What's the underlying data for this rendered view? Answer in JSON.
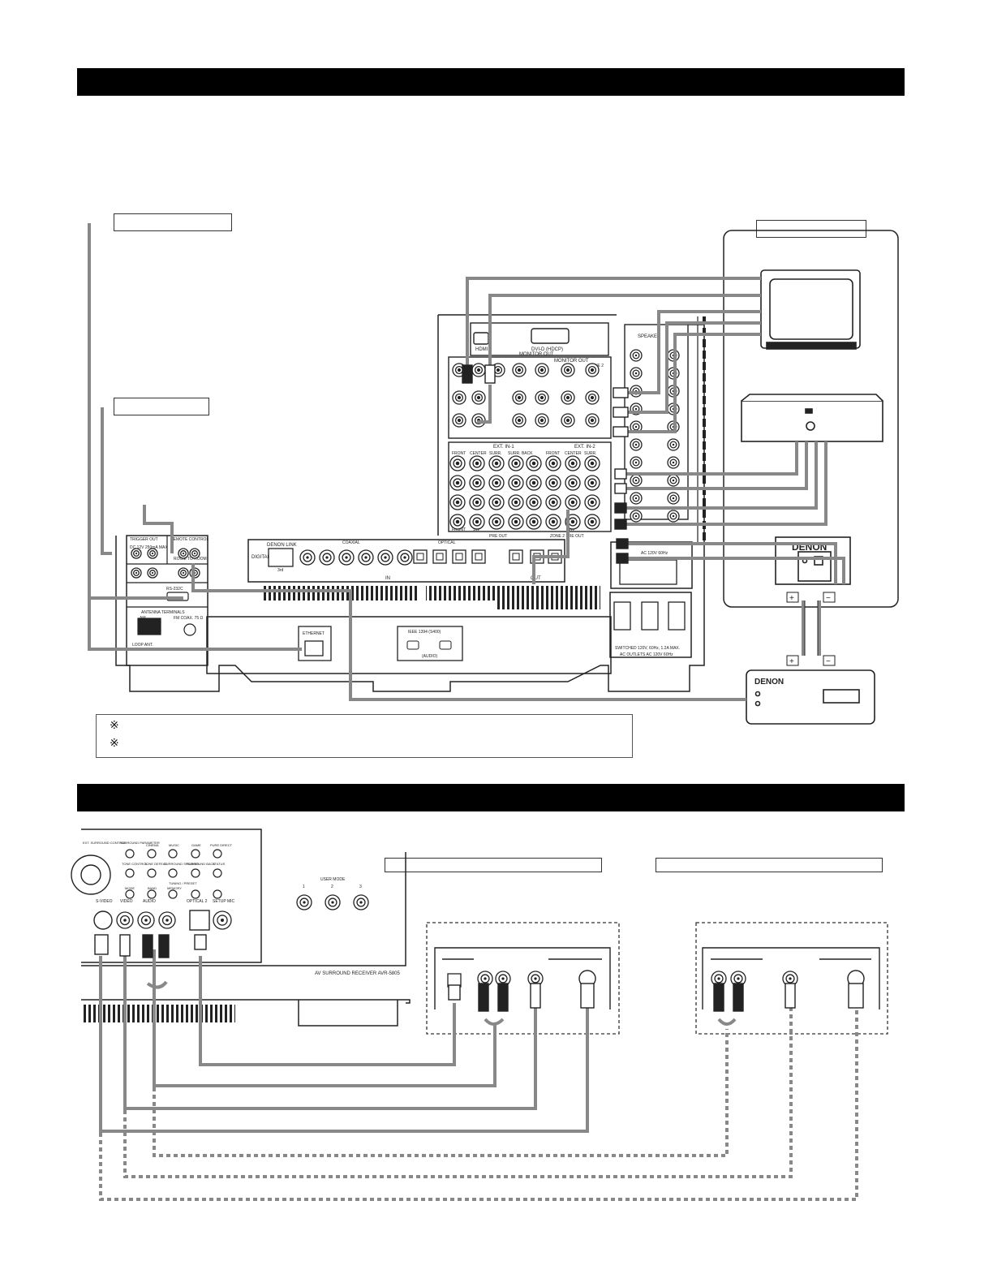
{
  "sections": {
    "top_bar_text": "",
    "bottom_bar_text": ""
  },
  "labels": {
    "zone2_box": "",
    "trigger_box": "",
    "zone2_room_box": "",
    "front_device_a": "",
    "front_device_b": ""
  },
  "notes": {
    "mark": "※",
    "line1": "",
    "line2": ""
  },
  "panel_text": {
    "monitor_out": "MONITOR OUT",
    "dvi": "DVI-D (HDCP)",
    "hdmi": "HDMI",
    "zone2": "ZONE 2",
    "speaker": "SPEAKER",
    "ext_in1": "EXT. IN-1",
    "ext_in2": "EXT. IN-2",
    "pre_out": "PRE OUT",
    "zone2_pre_out": "ZONE 2 PRE OUT",
    "front": "FRONT",
    "center": "CENTER",
    "surr": "SURR.",
    "surr_back": "SURR. BACK",
    "sw": "SW",
    "denon_link": "DENON LINK",
    "digital": "DIGITAL",
    "third": "3rd",
    "coaxial": "COAXIAL",
    "optical": "OPTICAL",
    "in": "IN",
    "out": "OUT",
    "trigger_out": "TRIGGER OUT",
    "trigger_spec": "DC 12V 250mA MAX",
    "remote_control": "REMOTE CONTROL",
    "room_to_room": "ROOM TO ROOM",
    "rs232c": "RS-232C",
    "antenna_terminals": "ANTENNA TERMINALS",
    "am": "AM",
    "fm_coax": "FM COAX. 75 Ω",
    "loop_ant": "LOOP ANT.",
    "ethernet": "ETHERNET",
    "ieee1394": "IEEE 1394 (S400)",
    "av_audio": "(AUDIO)",
    "switched": "SWITCHED 120V, 60Hz, 1.2A MAX.",
    "ac_outlets": "AC OUTLETS  AC 120V 60Hz",
    "ac_120v": "AC 120V 60Hz",
    "denon": "DENON",
    "model": "AV SURROUND RECEIVER  AVR-5805",
    "user_mode": "USER MODE",
    "video": "VIDEO",
    "s_video": "S-VIDEO",
    "optical2": "OPTICAL 2",
    "setup_mic": "SETUP MIC",
    "ext_surround": "EXT. SURROUND CONTROL",
    "surround_param": "SURROUND PARAMETER",
    "cinema": "CINEMA",
    "music": "MUSIC",
    "game": "GAME",
    "pure_direct": "PURE DIRECT",
    "tone_control": "TONE CONTROL",
    "tone_defeat": "TONE DEFEAT",
    "surround_speaker": "SURROUND SPEAKER",
    "surround_back": "SURROUND BACK",
    "status": "STATUS",
    "tuning_preset": "TUNING / PRESET",
    "mode": "MODE",
    "band": "BAND",
    "memory": "MEMORY",
    "audio": "AUDIO"
  },
  "user_mode_numbers": [
    "1",
    "2",
    "3"
  ],
  "speaker_plus": "+",
  "speaker_minus": "−",
  "colors": {
    "bar": "#000000",
    "cable": "#8a8a8a",
    "line": "#222222"
  }
}
